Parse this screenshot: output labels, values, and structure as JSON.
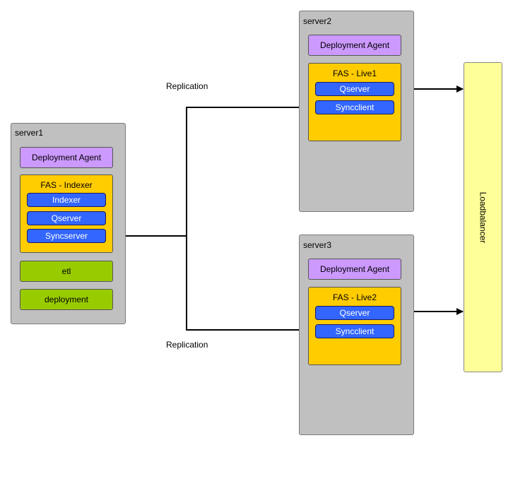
{
  "server1": {
    "title": "server1",
    "agent": "Deployment Agent",
    "fas": {
      "title": "FAS - Indexer",
      "services": [
        "Indexer",
        "Qserver",
        "Syncserver"
      ]
    },
    "etl": "etl",
    "deployment": "deployment"
  },
  "server2": {
    "title": "server2",
    "agent": "Deployment Agent",
    "fas": {
      "title": "FAS - Live1",
      "services": [
        "Qserver",
        "Syncclient"
      ]
    }
  },
  "server3": {
    "title": "server3",
    "agent": "Deployment Agent",
    "fas": {
      "title": "FAS - Live2",
      "services": [
        "Qserver",
        "Syncclient"
      ]
    }
  },
  "loadbalancer": "Loadbalancer",
  "replication_top": "Replication",
  "replication_bottom": "Replication",
  "colors": {
    "server": "#c0c0c0",
    "agent": "#cc99ff",
    "fas": "#ffcc00",
    "service": "#3366ff",
    "green": "#99cc00",
    "loadbalancer": "#ffff99"
  }
}
